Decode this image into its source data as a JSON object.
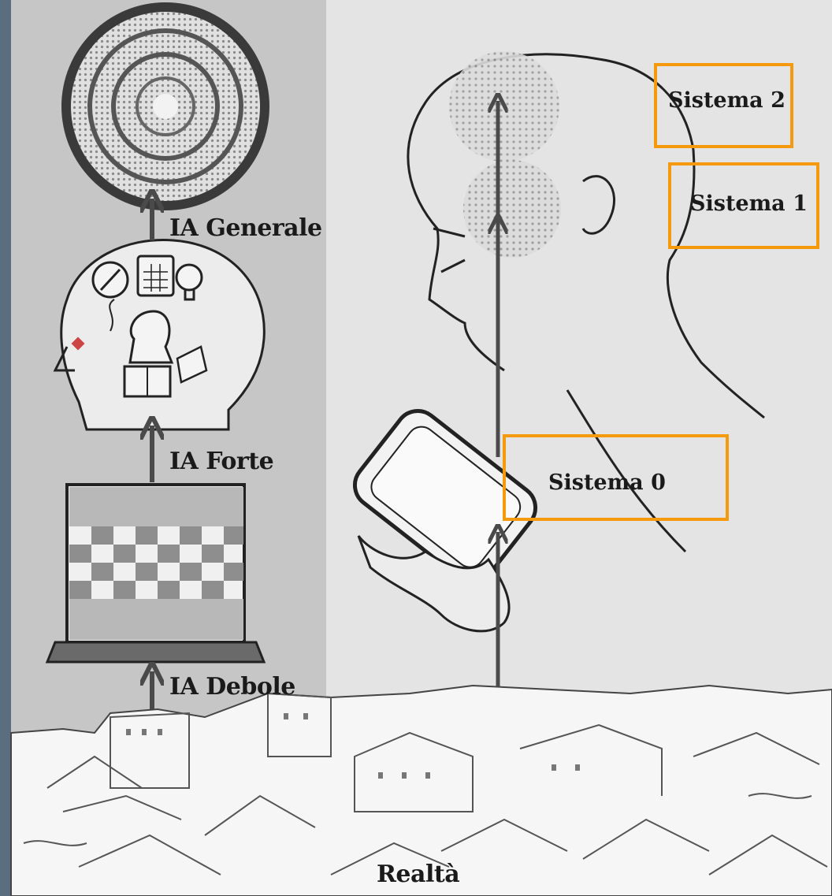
{
  "labels": {
    "ia_generale": "IA Generale",
    "ia_forte": "IA Forte",
    "ia_debole": "IA Debole",
    "realta": "Realtà",
    "sistema_2": "Sistema 2",
    "sistema_1": "Sistema 1",
    "sistema_0": "Sistema 0"
  },
  "colors": {
    "highlight_box": "#f59a0c",
    "left_panel": "#c4c4c4",
    "right_panel": "#e3e3e3",
    "arrow": "#4a4a4a"
  },
  "icons": [
    "target-icon",
    "head-icon",
    "laptop-chessboard-icon",
    "city-skyline-icon",
    "human-head-icon",
    "smartphone-hand-icon"
  ]
}
